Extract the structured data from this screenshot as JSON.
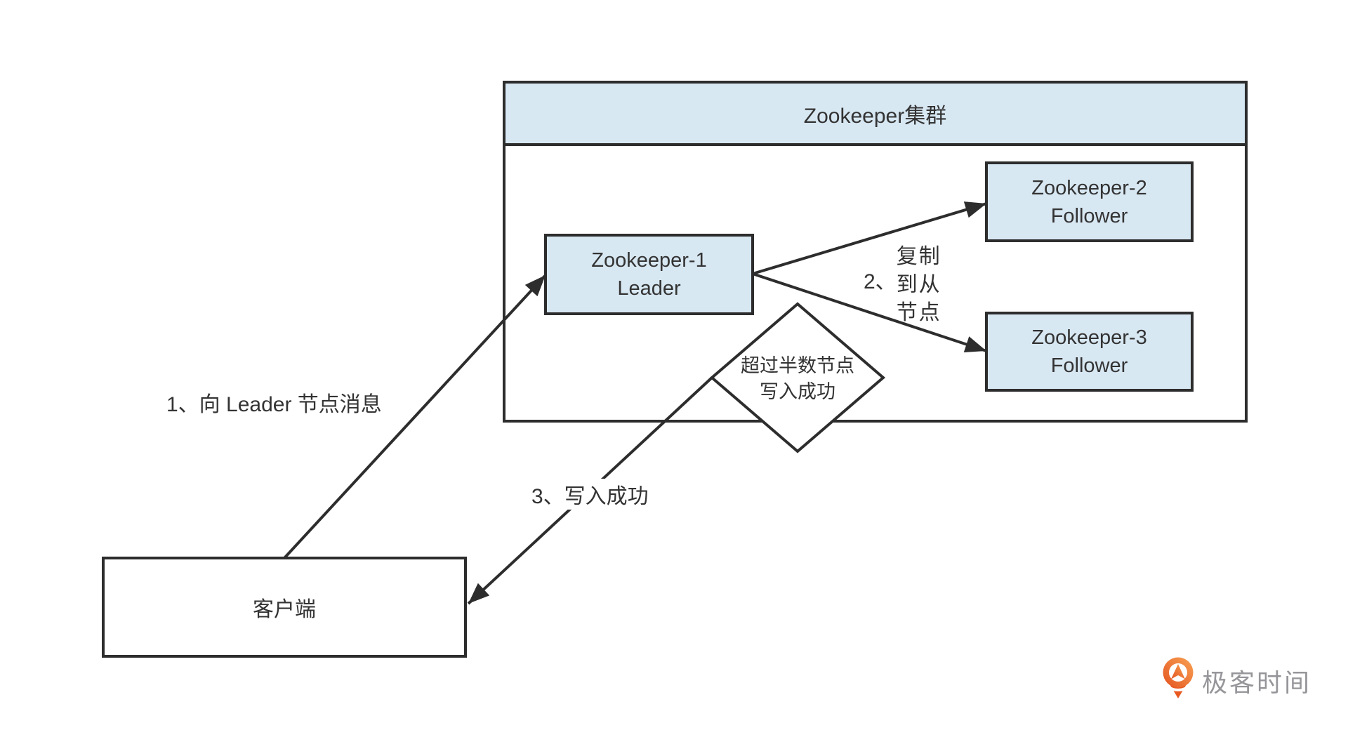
{
  "cluster": {
    "title": "Zookeeper集群",
    "fill": "#d8e8f3",
    "border_color": "#2d2d2d"
  },
  "nodes": {
    "leader": {
      "name": "Zookeeper-1",
      "role": "Leader"
    },
    "follower2": {
      "name": "Zookeeper-2",
      "role": "Follower"
    },
    "follower3": {
      "name": "Zookeeper-3",
      "role": "Follower"
    },
    "client": {
      "label": "客户端"
    },
    "decision": {
      "line1": "超过半数节点",
      "line2": "写入成功"
    }
  },
  "arrows": {
    "step1": {
      "label": "1、向 Leader 节点消息"
    },
    "step2": {
      "prefix": "2、",
      "lines": [
        "复制",
        "到从",
        "节点"
      ]
    },
    "step3": {
      "label": "3、写入成功"
    }
  },
  "footer": {
    "brand": "极客时间",
    "logo_icon": "geektime-pin-icon",
    "brand_color": "#96969a",
    "logo_orange": "#ee6a2b"
  }
}
